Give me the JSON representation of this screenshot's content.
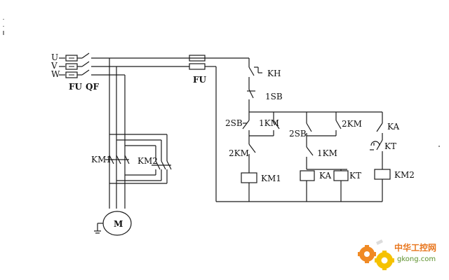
{
  "labels": {
    "phase_u": "U",
    "phase_v": "V",
    "phase_w": "W",
    "fuse_main": "FU",
    "breaker": "QF",
    "fuse_control": "FU",
    "thermal_relay": "KH",
    "stop_button": "1SB",
    "start_button_2": "2SB",
    "km1_aux_contact": "1KM",
    "km2_interlock": "2KM",
    "km1_coil": "KM1",
    "start_button_2b": "2SB",
    "km2_aux_contact": "2KM",
    "km1_interlock": "1KM",
    "ka_coil": "KA",
    "kt_coil": "KT",
    "ka_contact": "KA",
    "kt_contact": "KT",
    "km2_coil": "KM2",
    "main_km1": "KM1",
    "main_km2": "KM2",
    "motor": "M"
  },
  "watermark": {
    "site_name": "中华工控网",
    "url": "gkong.com",
    "gear_orange": "#f08a24",
    "gear_yellow": "#f5c200",
    "text_orange": "#e8761e",
    "text_green": "#5b8f2a"
  },
  "colors": {
    "wire": "#1a1a1a",
    "background": "#ffffff"
  }
}
